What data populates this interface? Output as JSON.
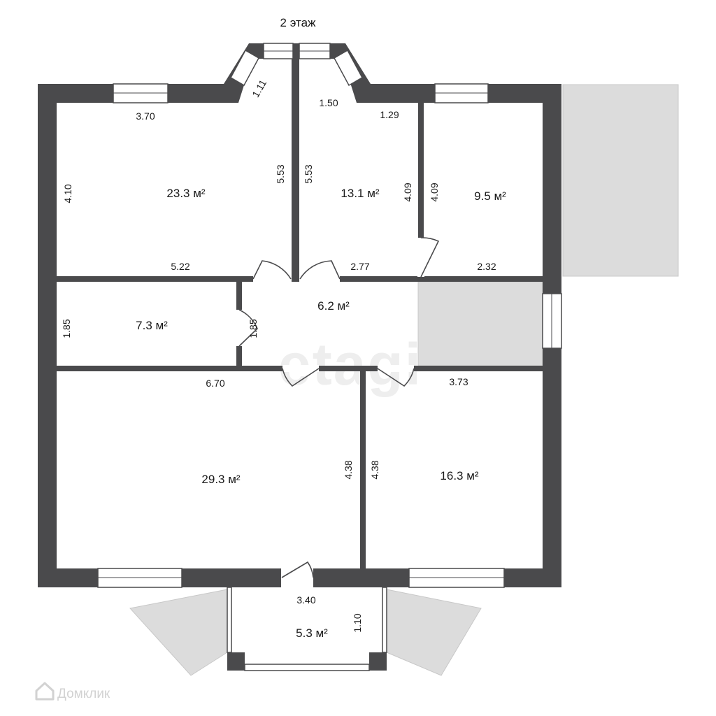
{
  "title": "2 этаж",
  "watermark": "etagi",
  "footer_logo": "Домклик",
  "rooms": [
    {
      "id": "r1",
      "area": "23.3 м²"
    },
    {
      "id": "r2",
      "area": "13.1 м²"
    },
    {
      "id": "r3",
      "area": "9.5 м²"
    },
    {
      "id": "r4",
      "area": "7.3 м²"
    },
    {
      "id": "r5",
      "area": "6.2 м²"
    },
    {
      "id": "r6",
      "area": "29.3 м²"
    },
    {
      "id": "r7",
      "area": "16.3 м²"
    },
    {
      "id": "r8",
      "area": "5.3 м²"
    }
  ],
  "dimensions": [
    {
      "id": "d1",
      "value": "3.70"
    },
    {
      "id": "d2",
      "value": "1.11"
    },
    {
      "id": "d3",
      "value": "1.50"
    },
    {
      "id": "d4",
      "value": "1.29"
    },
    {
      "id": "d5",
      "value": "4.10"
    },
    {
      "id": "d6",
      "value": "5.53"
    },
    {
      "id": "d7",
      "value": "5.53"
    },
    {
      "id": "d8",
      "value": "4.09"
    },
    {
      "id": "d9",
      "value": "4.09"
    },
    {
      "id": "d10",
      "value": "5.22"
    },
    {
      "id": "d11",
      "value": "2.77"
    },
    {
      "id": "d12",
      "value": "2.32"
    },
    {
      "id": "d13",
      "value": "1.85"
    },
    {
      "id": "d14",
      "value": "1.85"
    },
    {
      "id": "d15",
      "value": "6.70"
    },
    {
      "id": "d16",
      "value": "3.73"
    },
    {
      "id": "d17",
      "value": "4.38"
    },
    {
      "id": "d18",
      "value": "4.38"
    },
    {
      "id": "d19",
      "value": "3.40"
    },
    {
      "id": "d20",
      "value": "1.10"
    }
  ]
}
